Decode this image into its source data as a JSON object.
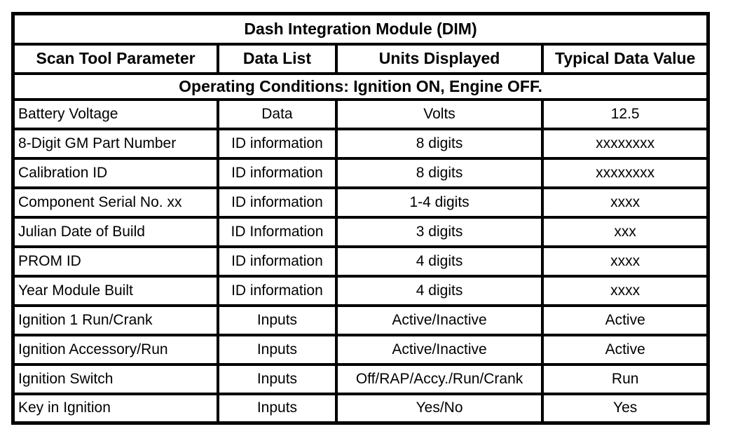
{
  "page": {
    "background_color": "#ffffff",
    "border_color": "#000000"
  },
  "table": {
    "title": "Dash Integration Module (DIM)",
    "headers": [
      "Scan Tool Parameter",
      "Data List",
      "Units Displayed",
      "Typical Data Value"
    ],
    "operating_conditions": "Operating Conditions: Ignition ON, Engine OFF.",
    "rows": [
      [
        "Battery Voltage",
        "Data",
        "Volts",
        "12.5"
      ],
      [
        "8-Digit GM Part Number",
        "ID information",
        "8 digits",
        "xxxxxxxx"
      ],
      [
        "Calibration ID",
        "ID information",
        "8 digits",
        "xxxxxxxx"
      ],
      [
        "Component Serial No. xx",
        "ID information",
        "1-4 digits",
        "xxxx"
      ],
      [
        "Julian Date of Build",
        "ID Information",
        "3 digits",
        "xxx"
      ],
      [
        "PROM ID",
        "ID information",
        "4 digits",
        "xxxx"
      ],
      [
        "Year Module Built",
        "ID information",
        "4 digits",
        "xxxx"
      ],
      [
        "Ignition 1 Run/Crank",
        "Inputs",
        "Active/Inactive",
        "Active"
      ],
      [
        "Ignition Accessory/Run",
        "Inputs",
        "Active/Inactive",
        "Active"
      ],
      [
        "Ignition Switch",
        "Inputs",
        "Off/RAP/Accy./Run/Crank",
        "Run"
      ],
      [
        "Key in Ignition",
        "Inputs",
        "Yes/No",
        "Yes"
      ]
    ]
  }
}
